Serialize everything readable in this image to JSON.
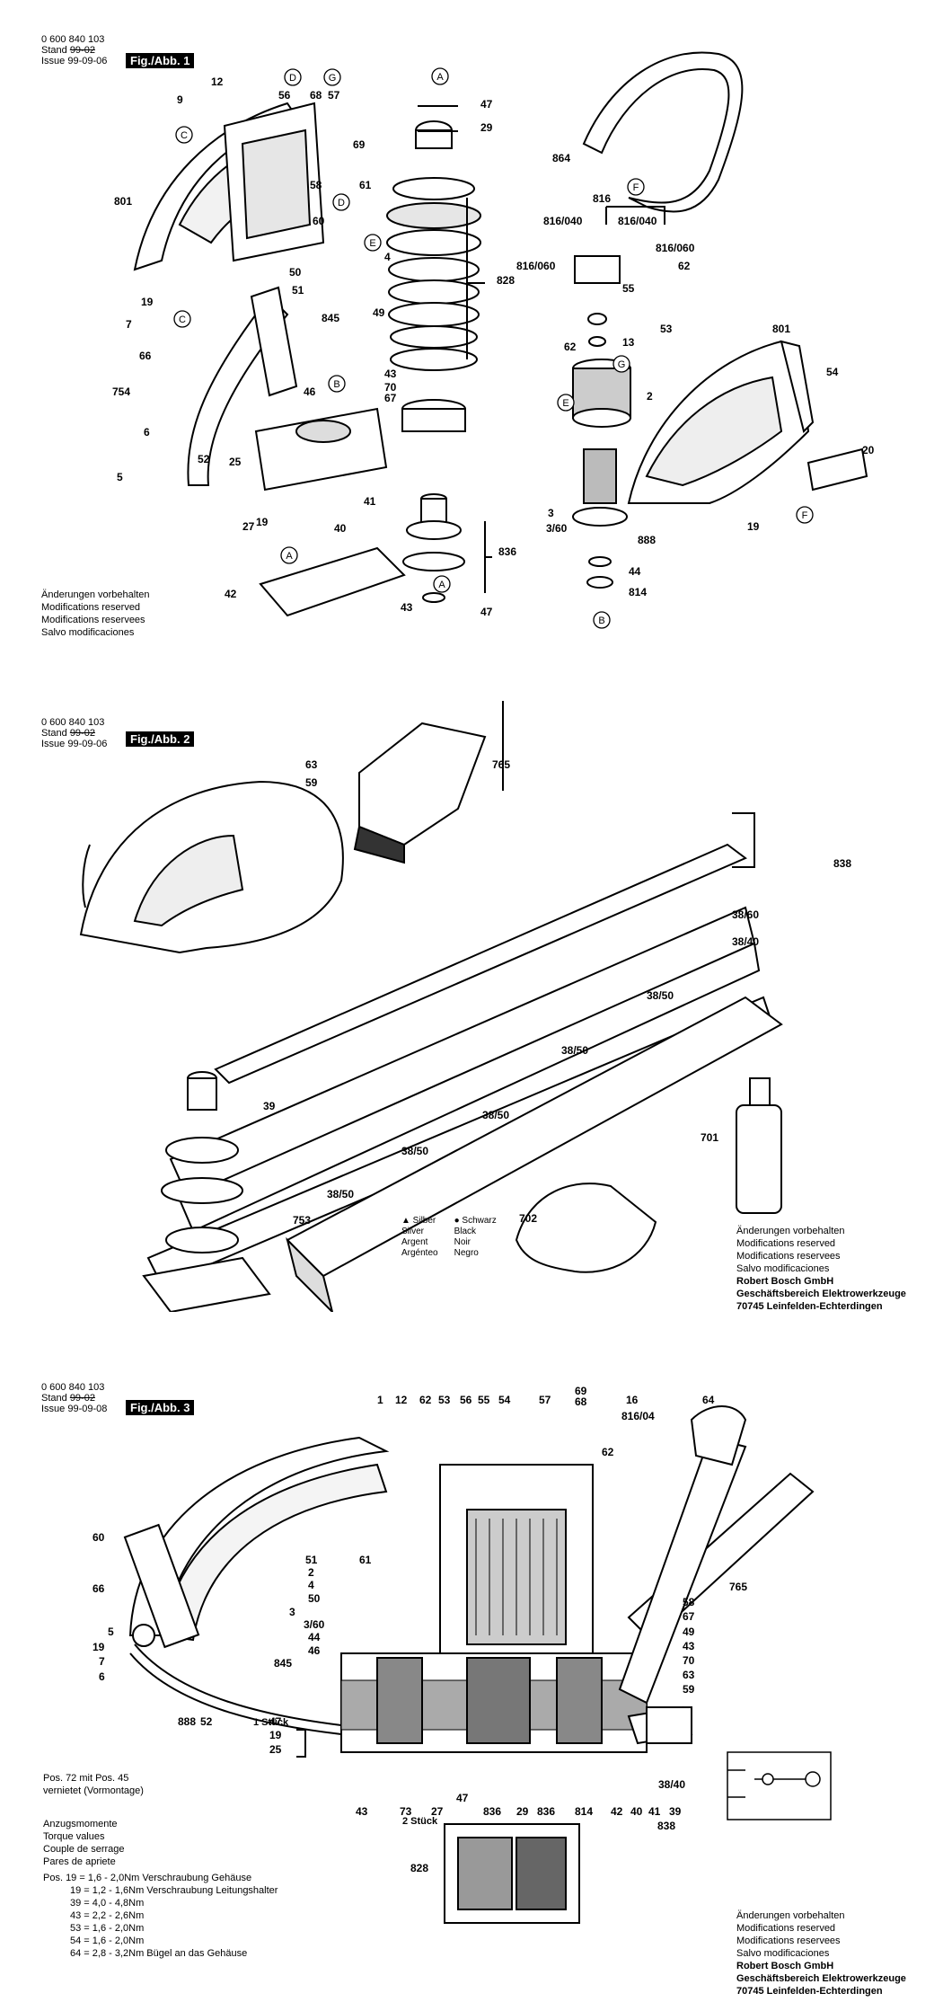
{
  "header": {
    "doc_number": "0 600 840 103",
    "stand_label": "Stand",
    "issue_label": "Issue",
    "stand_crossed_1": "99-02",
    "stand_crossed_2": "99-02",
    "stand_crossed_3": "99-02",
    "issue_date_1": "99-09-06",
    "issue_date_2": "99-09-06",
    "issue_date_3": "99-09-08"
  },
  "figures": {
    "fig1": "Fig./Abb. 1",
    "fig2": "Fig./Abb. 2",
    "fig3": "Fig./Abb. 3"
  },
  "notes": {
    "mod_de": "Änderungen vorbehalten",
    "mod_en": "Modifications reserved",
    "mod_fr": "Modifications reservees",
    "mod_es": "Salvo modificaciones",
    "company": "Robert Bosch GmbH",
    "division": "Geschäftsbereich Elektrowerkzeuge",
    "address": "70745 Leinfelden-Echterdingen"
  },
  "legend": {
    "silber": "▲ Silber",
    "silver": "Silver",
    "argent": "Argent",
    "argenteo": "Argénteo",
    "schwarz": "● Schwarz",
    "black": "Black",
    "noir": "Noir",
    "negro": "Negro"
  },
  "fig3_notes": {
    "pos72_l1": "Pos. 72 mit Pos. 45",
    "pos72_l2": "vernietet (Vormontage)",
    "torque_de": "Anzugsmomente",
    "torque_en": "Torque values",
    "torque_fr": "Couple de serrage",
    "torque_es": "Pares de apriete",
    "t19a": "Pos. 19  =  1,6  -  2,0Nm Verschraubung Gehäuse",
    "t19b": "19  =  1,2  -  1,6Nm Verschraubung Leitungshalter",
    "t39": "39  =  4,0  -  4,8Nm",
    "t43": "43  =  2,2  -  2,6Nm",
    "t53": "53  =  1,6  -  2,0Nm",
    "t54": "54  =  1,6  -  2,0Nm",
    "t64": "64  =  2,8  -  3,2Nm Bügel an das Gehäuse",
    "stueck_1": "1 Stück",
    "stueck_2": "2 Stück"
  },
  "fig1_labels": [
    "9",
    "12",
    "56",
    "68",
    "57",
    "69",
    "58",
    "61",
    "60",
    "4",
    "801",
    "7",
    "19",
    "66",
    "754",
    "6",
    "5",
    "52",
    "50",
    "51",
    "845",
    "49",
    "46",
    "43",
    "70",
    "67",
    "25",
    "19",
    "27",
    "41",
    "40",
    "42",
    "43",
    "47",
    "29",
    "828",
    "836",
    "47",
    "864",
    "816",
    "816/040",
    "816/040",
    "816/060",
    "816/060",
    "55",
    "13",
    "62",
    "53",
    "62",
    "2",
    "801",
    "54",
    "20",
    "3",
    "3/60",
    "888",
    "19",
    "44",
    "814"
  ],
  "fig1_circles": [
    "A",
    "D",
    "G",
    "C",
    "D",
    "E",
    "C",
    "B",
    "A",
    "A",
    "F",
    "G",
    "E",
    "F",
    "B"
  ],
  "fig2_labels": [
    "63",
    "59",
    "765",
    "838",
    "38/60",
    "38/40",
    "38/50",
    "38/50",
    "39",
    "38/50",
    "38/50",
    "38/50",
    "701",
    "702",
    "753"
  ],
  "fig3_labels": [
    "1",
    "12",
    "62",
    "53",
    "56",
    "55",
    "54",
    "57",
    "69",
    "68",
    "16",
    "816/04",
    "64",
    "62",
    "60",
    "51",
    "61",
    "2",
    "4",
    "50",
    "66",
    "3",
    "3/60",
    "5",
    "44",
    "19",
    "46",
    "7",
    "845",
    "6",
    "58",
    "67",
    "49",
    "43",
    "70",
    "63",
    "59",
    "765",
    "888",
    "52",
    "47",
    "19",
    "25",
    "43",
    "73",
    "27",
    "47",
    "836",
    "29",
    "836",
    "814",
    "42",
    "40",
    "41",
    "39",
    "38/40",
    "838",
    "828"
  ]
}
